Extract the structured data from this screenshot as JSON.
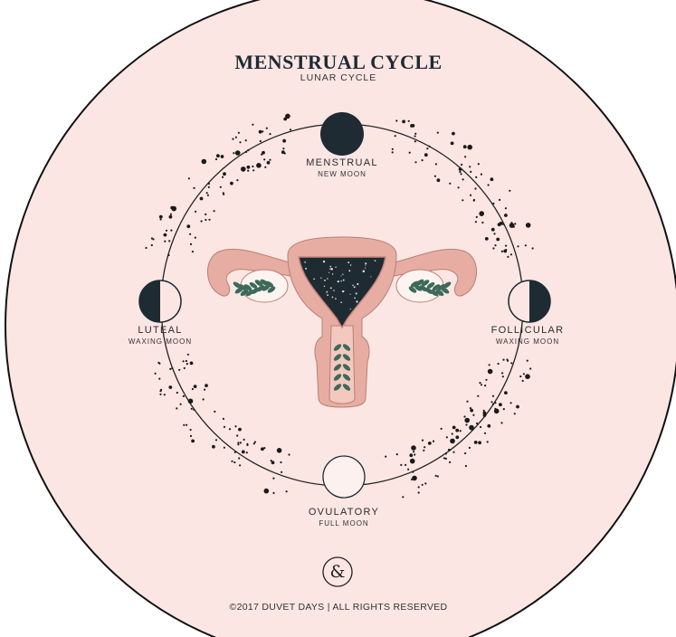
{
  "title": "MENSTRUAL CYCLE",
  "subtitle": "LUNAR CYCLE",
  "phases": {
    "menstrual": {
      "label": "MENSTRUAL",
      "moon": "NEW MOON"
    },
    "follicular": {
      "label": "FOLLICULAR",
      "moon": "WAXING MOON"
    },
    "ovulatory": {
      "label": "OVULATORY",
      "moon": "FULL MOON"
    },
    "luteal": {
      "label": "LUTEAL",
      "moon": "WAXING MOON"
    }
  },
  "logo_glyph": "&",
  "footer": "©2017 DUVET DAYS  |  ALL RIGHTS RESERVED",
  "colors": {
    "background_circle": "#fbe6e3",
    "outline": "#111111",
    "moon_dark": "#1f2b33",
    "uterus_pink": "#e8ada2",
    "uterus_inner": "#f3c9bf",
    "uterus_stroke": "#b77f75",
    "leaf_green": "#3e6a5a"
  },
  "icons": [
    "new-moon-icon",
    "first-quarter-moon-icon",
    "full-moon-icon",
    "last-quarter-moon-icon",
    "uterus-illustration",
    "ampersand-logo-icon"
  ]
}
